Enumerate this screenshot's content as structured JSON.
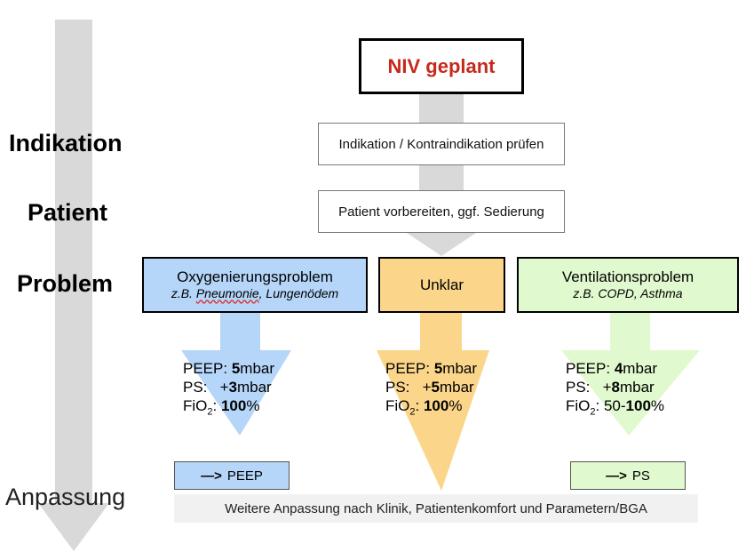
{
  "colors": {
    "blue": "#b5d6f9",
    "blue_light": "#c3e0fb",
    "orange": "#fbd68a",
    "orange_light": "#fce0a3",
    "green": "#e0f9ce",
    "green_light": "#e6fad7",
    "gray_arrow": "#d9d9d9",
    "title_red": "#c62a1e"
  },
  "title": "NIV geplant",
  "side_labels": {
    "indikation": "Indikation",
    "patient": "Patient",
    "problem": "Problem",
    "anpassung": "Anpassung"
  },
  "steps": {
    "indikation": "Indikation / Kontraindikation prüfen",
    "patient": "Patient vorbereiten, ggf. Sedierung"
  },
  "categories": [
    {
      "name": "Oxygenierungsproblem",
      "example_prefix": "z.B. ",
      "example_underlined": "Pneumonie",
      "example_suffix": ", Lungenödem",
      "params": {
        "peep_label": "PEEP: ",
        "peep_value": "5",
        "peep_unit": "mbar",
        "ps_label": "PS:   +",
        "ps_value": "3",
        "ps_unit": "mbar",
        "fio2_label": "FiO",
        "fio2_sub": "2",
        "fio2_sep": ": ",
        "fio2_prefix": "",
        "fio2_value": "100",
        "fio2_unit": "%"
      },
      "adjust_arrow": "—>",
      "adjust_label": "PEEP"
    },
    {
      "name": "Unklar",
      "params": {
        "peep_label": "PEEP: ",
        "peep_value": "5",
        "peep_unit": "mbar",
        "ps_label": "PS:   +",
        "ps_value": "5",
        "ps_unit": "mbar",
        "fio2_label": "FiO",
        "fio2_sub": "2",
        "fio2_sep": ": ",
        "fio2_prefix": "",
        "fio2_value": "100",
        "fio2_unit": "%"
      }
    },
    {
      "name": "Ventilationsproblem",
      "example": "z.B. COPD, Asthma",
      "params": {
        "peep_label": "PEEP: ",
        "peep_value": "4",
        "peep_unit": "mbar",
        "ps_label": "PS:   +",
        "ps_value": "8",
        "ps_unit": "mbar",
        "fio2_label": "FiO",
        "fio2_sub": "2",
        "fio2_sep": ": ",
        "fio2_prefix": "50-",
        "fio2_value": "100",
        "fio2_unit": "%"
      },
      "adjust_arrow": "—>",
      "adjust_label": "PS"
    }
  ],
  "footer": "Weitere Anpassung nach Klinik, Patientenkomfort und Parametern/BGA"
}
